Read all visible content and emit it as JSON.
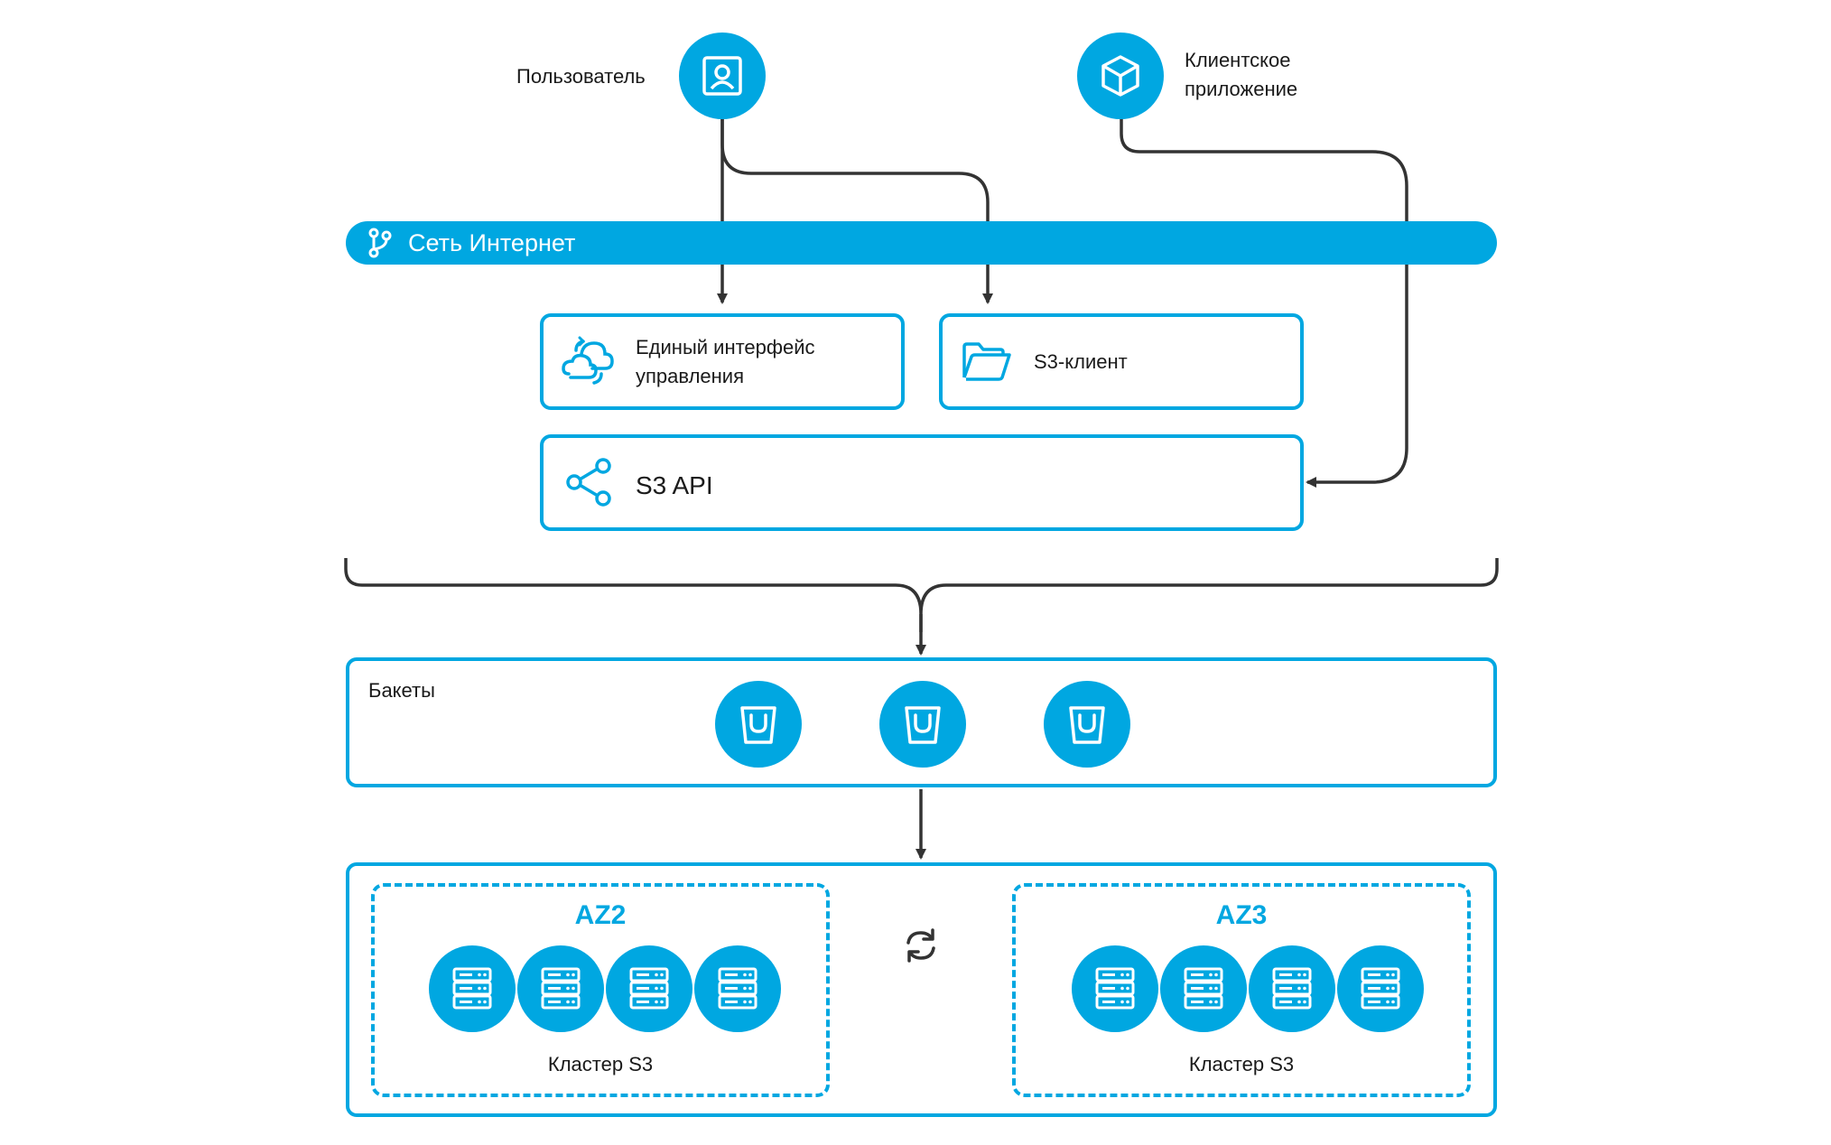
{
  "actors": {
    "user_label": "Пользователь",
    "app_label": "Клиентское\nприложение"
  },
  "internet": {
    "label": "Сеть Интернет"
  },
  "interfaces": {
    "console_label": "Единый интерфейс\nуправления",
    "s3_client_label": "S3-клиент",
    "s3_api_label": "S3 API"
  },
  "buckets": {
    "label": "Бакеты",
    "count": 3
  },
  "zones": [
    {
      "title": "AZ2",
      "cluster_label": "Кластер S3",
      "servers": 4
    },
    {
      "title": "AZ3",
      "cluster_label": "Кластер S3",
      "servers": 4
    }
  ],
  "icons": {
    "user": "user-icon",
    "app": "cube-icon",
    "internet": "git-branch-icon",
    "console": "cloud-sync-icon",
    "s3_client": "folder-icon",
    "s3_api": "share-icon",
    "bucket": "bucket-icon",
    "server": "server-icon",
    "replication": "refresh-icon"
  },
  "colors": {
    "accent": "#00a7e1",
    "line": "#333333",
    "text": "#1a1a1a"
  }
}
